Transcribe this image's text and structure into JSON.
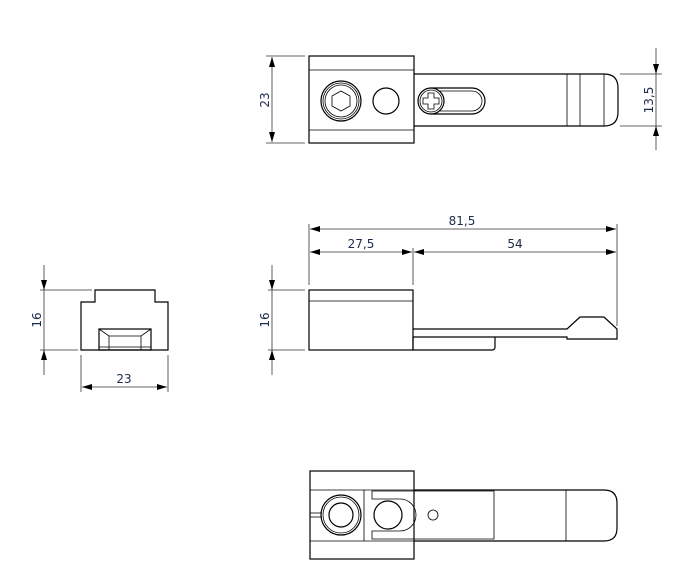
{
  "views": {
    "top": {
      "dims": {
        "height": "23",
        "arm_width": "13,5"
      }
    },
    "front": {
      "dims": {
        "height": "16",
        "width": "23"
      }
    },
    "side": {
      "dims": {
        "total_length": "81,5",
        "block_length": "27,5",
        "arm_length": "54",
        "height": "16"
      }
    },
    "bottom": {}
  },
  "colors": {
    "line": "#000000",
    "dim_text": "#1c2b4a"
  }
}
